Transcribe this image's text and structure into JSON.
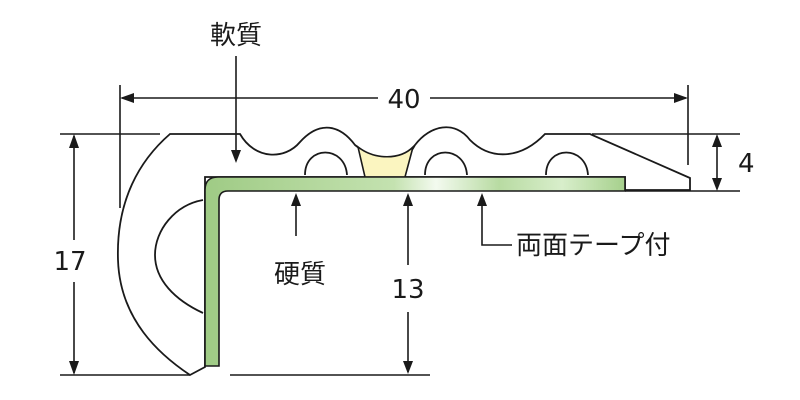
{
  "diagram": {
    "type": "cross-section profile",
    "labels": {
      "soft_material": "軟質",
      "hard_material": "硬質",
      "double_sided_tape": "両面テープ付"
    },
    "dimensions": {
      "width": "40",
      "total_height": "17",
      "inner_height": "13",
      "tread_thickness": "4"
    },
    "colors": {
      "hard_core": "#a8d08d",
      "insert": "#fbf5c0",
      "line": "#1a1a1a"
    }
  }
}
